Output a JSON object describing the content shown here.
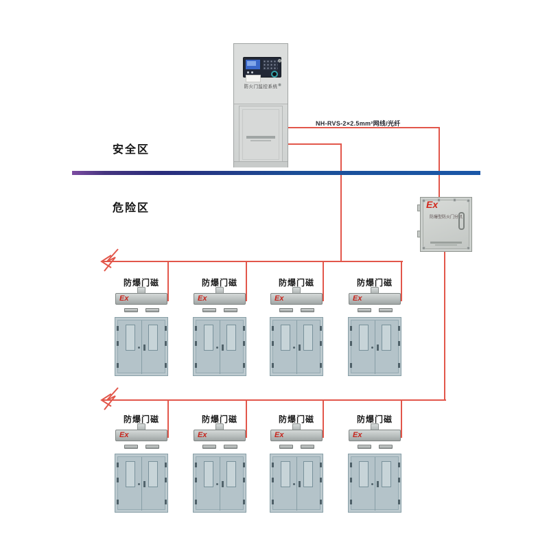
{
  "zones": {
    "safe_label": "安全区",
    "danger_label": "危险区"
  },
  "cabinet": {
    "label": "防火门监控系统"
  },
  "cable_label": "NH-RVS-2×2.5mm²网线/光纤",
  "ex_box": {
    "ex_mark": "Ex",
    "label": "防爆型防火门分机"
  },
  "device": {
    "label": "防爆门磁",
    "ex_mark": "Ex"
  },
  "layout_counts": {
    "rows": 2,
    "doors_per_row": 4
  },
  "colors": {
    "wire_red": "#e2564a",
    "ex_red": "#d2281c",
    "divider_purple": "#7c4ba1",
    "divider_navy": "#2a2d7c",
    "divider_blue": "#1a57a8",
    "door_fill": "#b4c3c9",
    "lcd_blue": "#3a67c9"
  }
}
